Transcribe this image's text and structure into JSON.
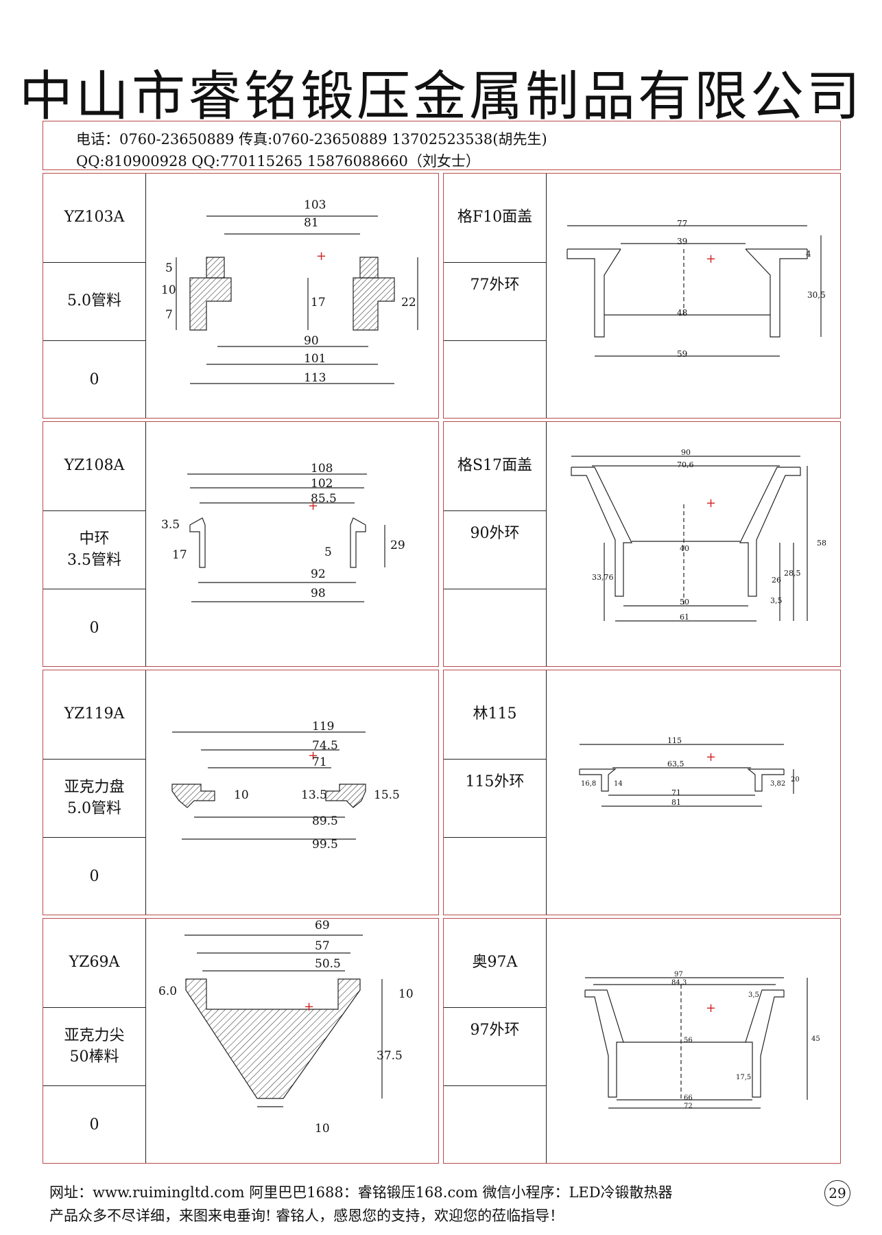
{
  "header": {
    "company": "中山市睿铭锻压金属制品有限公司"
  },
  "contact": {
    "line1": "电话：0760-23650889  传真:0760-23650889    13702523538(胡先生)",
    "line2": "QQ:810900928      QQ:770115265        15876088660（刘女士）"
  },
  "items": [
    {
      "code": "YZ103A",
      "desc": "5.0管料",
      "qty": "0",
      "dims": [
        "103",
        "81",
        "5",
        "10",
        "7",
        "17",
        "22",
        "90",
        "101",
        "113"
      ]
    },
    {
      "code": "格F10面盖",
      "desc": "77外环",
      "qty": "",
      "dims": [
        "77",
        "39",
        "4",
        "30,5",
        "48",
        "59"
      ]
    },
    {
      "code": "YZ108A",
      "desc": "中环\n3.5管料",
      "qty": "0",
      "dims": [
        "108",
        "102",
        "85.5",
        "3.5",
        "17",
        "5",
        "29",
        "92",
        "98"
      ]
    },
    {
      "code": "格S17面盖",
      "desc": "90外环",
      "qty": "",
      "dims": [
        "90",
        "70,6",
        "58",
        "40",
        "33,76",
        "26",
        "28,5",
        "3,5",
        "50",
        "61"
      ]
    },
    {
      "code": "YZ119A",
      "desc": "亚克力盘\n5.0管料",
      "qty": "0",
      "dims": [
        "119",
        "74.5",
        "71",
        "10",
        "13.5",
        "15.5",
        "89.5",
        "99.5"
      ]
    },
    {
      "code": "林115",
      "desc": "115外环",
      "qty": "",
      "dims": [
        "115",
        "63,5",
        "16,8",
        "14",
        "3,82",
        "20",
        "71",
        "81"
      ]
    },
    {
      "code": "YZ69A",
      "desc": "亚克力尖\n50棒料",
      "qty": "0",
      "dims": [
        "69",
        "57",
        "50.5",
        "6.0",
        "10",
        "37.5",
        "10"
      ]
    },
    {
      "code": "奥97A",
      "desc": "97外环",
      "qty": "",
      "dims": [
        "97",
        "84,3",
        "3,5",
        "45",
        "56",
        "17,5",
        "66",
        "72"
      ]
    }
  ],
  "footer": {
    "line1": "网址：www.ruimingltd.com 阿里巴巴1688：睿铭锻压168.com 微信小程序：LED冷锻散热器",
    "line2": "产品众多不尽详细，来图来电垂询!     睿铭人，感恩您的支持，欢迎您的莅临指导！",
    "page": "29"
  },
  "colors": {
    "frame": "#b84a4a",
    "line": "#222222",
    "marker": "#d02020"
  }
}
